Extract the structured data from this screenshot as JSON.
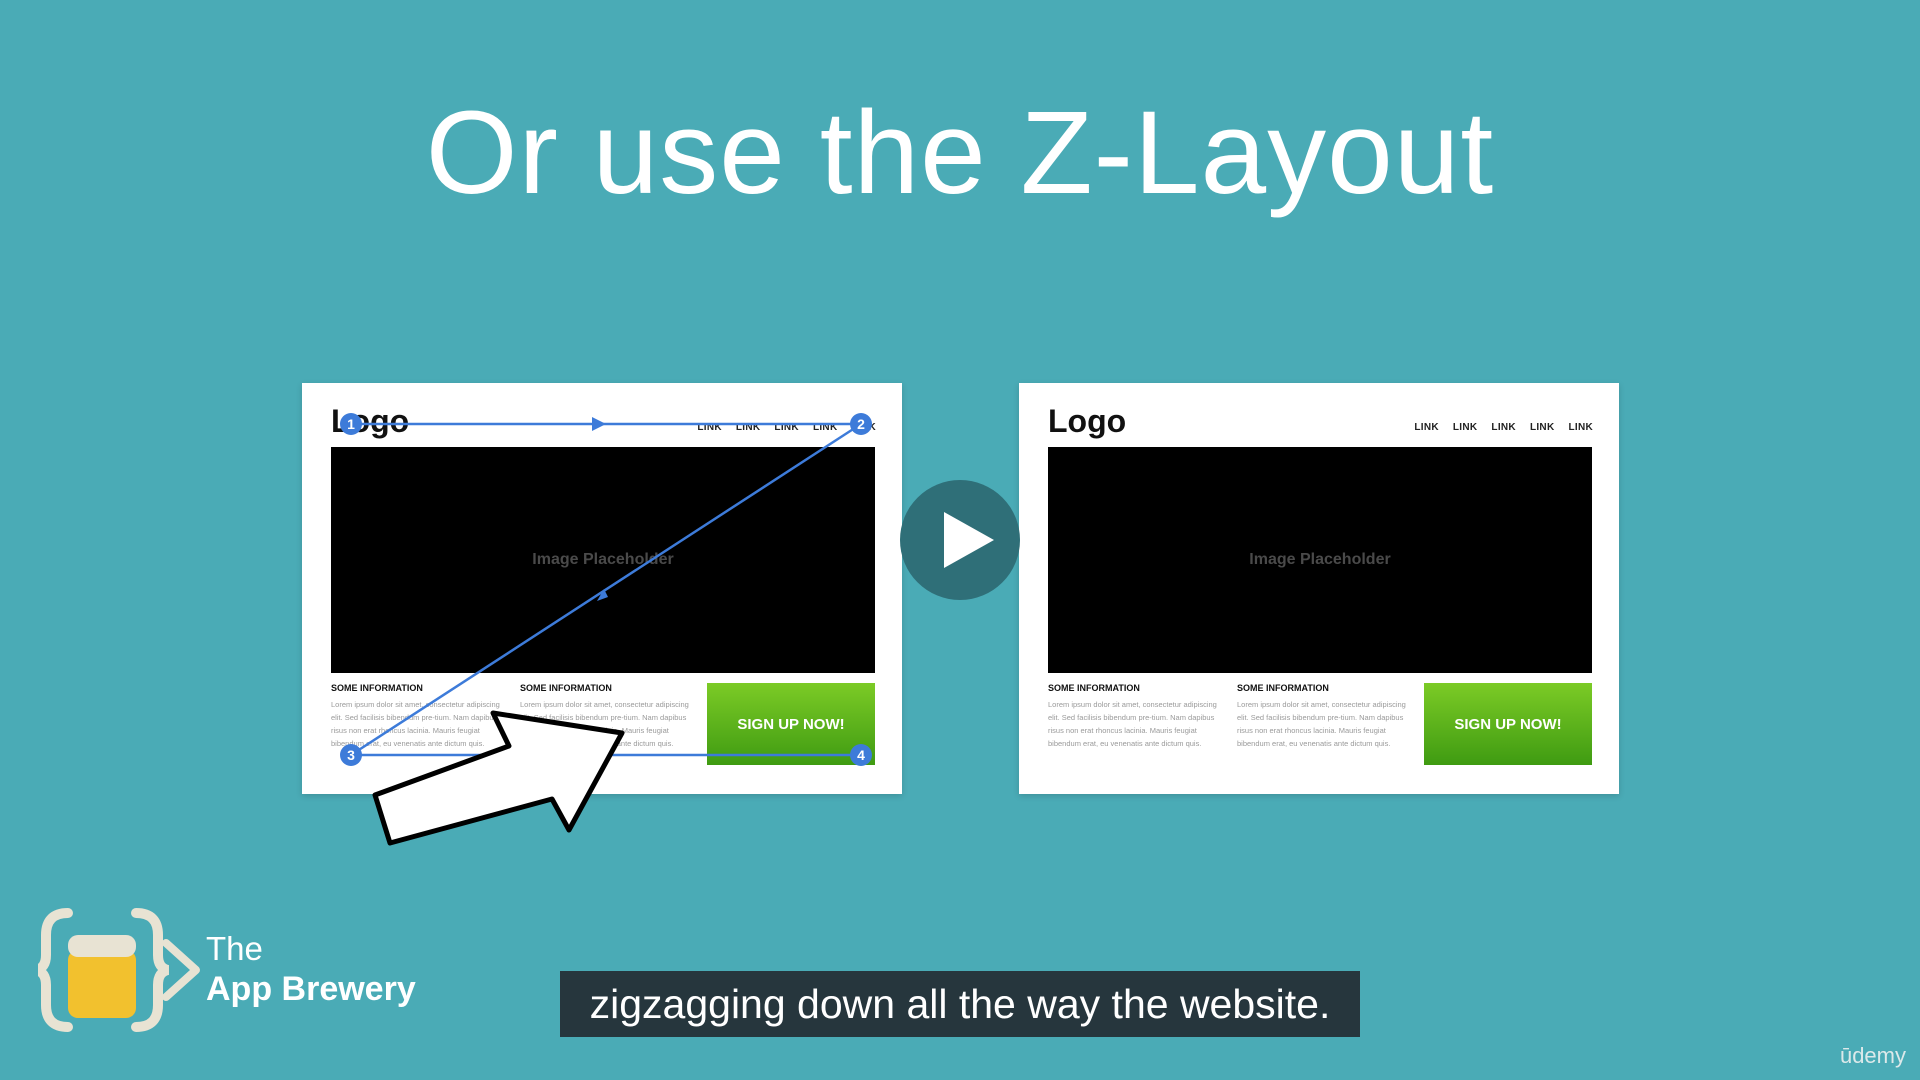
{
  "slide": {
    "title": "Or use the Z-Layout",
    "background_color": "#4aabb6"
  },
  "mockups": [
    {
      "logo": "Logo",
      "nav_links": [
        "LINK",
        "LINK",
        "LINK",
        "LINK",
        "LINK"
      ],
      "hero_label": "Image Placeholder",
      "columns": [
        {
          "heading": "SOME INFORMATION",
          "body": "Lorem ipsum dolor sit amet, consectetur adipiscing elit. Sed facilisis bibendum pre-tium. Nam dapibus risus non erat rhoncus lacinia. Mauris feugiat bibendum erat, eu venenatis ante dictum quis."
        },
        {
          "heading": "SOME INFORMATION",
          "body": "Lorem ipsum dolor sit amet, consectetur adipiscing elit. Sed facilisis bibendum pre-tium. Nam dapibus risus non erat rhoncus lacinia. Mauris feugiat bibendum erat, eu venenatis ante dictum quis."
        }
      ],
      "cta_label": "SIGN UP NOW!",
      "z_path_markers": [
        "1",
        "2",
        "3",
        "4"
      ]
    },
    {
      "logo": "Logo",
      "nav_links": [
        "LINK",
        "LINK",
        "LINK",
        "LINK",
        "LINK"
      ],
      "hero_label": "Image Placeholder",
      "columns": [
        {
          "heading": "SOME INFORMATION",
          "body": "Lorem ipsum dolor sit amet, consectetur adipiscing elit. Sed facilisis bibendum pre-tium. Nam dapibus risus non erat rhoncus lacinia. Mauris feugiat bibendum erat, eu venenatis ante dictum quis."
        },
        {
          "heading": "SOME INFORMATION",
          "body": "Lorem ipsum dolor sit amet, consectetur adipiscing elit. Sed facilisis bibendum pre-tium. Nam dapibus risus non erat rhoncus lacinia. Mauris feugiat bibendum erat, eu venenatis ante dictum quis."
        }
      ],
      "cta_label": "SIGN UP NOW!"
    }
  ],
  "player": {
    "play_icon": "play-icon",
    "caption": "zigzagging down all the way the website.",
    "watermark": "ūdemy"
  },
  "brand": {
    "the": "The",
    "name": "App Brewery",
    "icon": "beer-code-braces-icon"
  },
  "colors": {
    "z_path": "#3d7bd9",
    "cta_green": "#5bb61c",
    "caption_bg": "#26363d"
  }
}
